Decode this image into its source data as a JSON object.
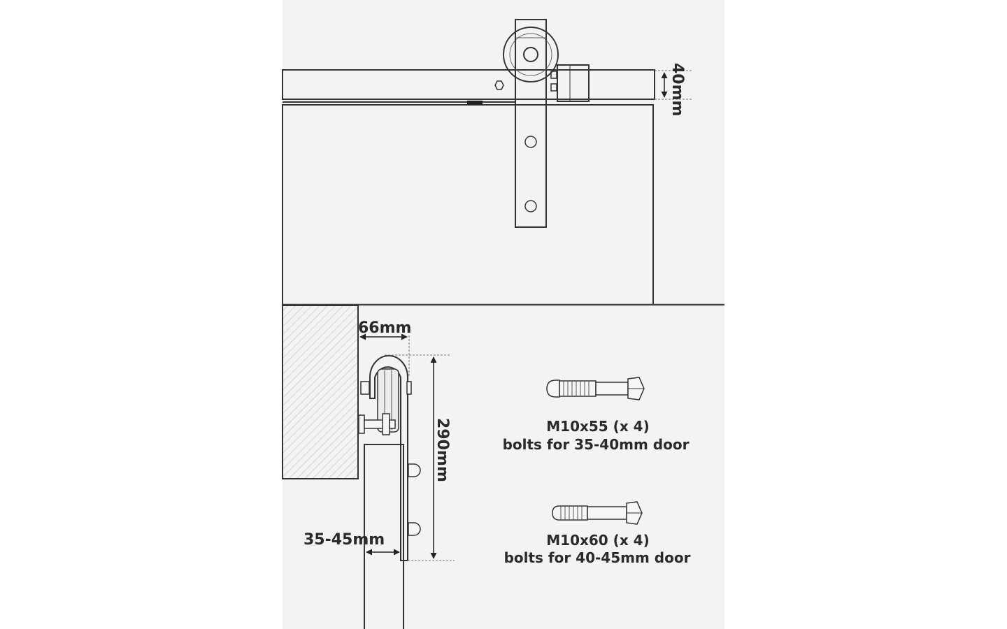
{
  "top_view": {
    "rail_height_label": "40mm"
  },
  "side_view": {
    "offset_label": "66mm",
    "hanger_height_label": "290mm",
    "door_thickness_label": "35-45mm"
  },
  "bolts": [
    {
      "spec": "M10x55 (x 4)",
      "description": "bolts  for 35-40mm door"
    },
    {
      "spec": "M10x60 (x 4)",
      "description": "bolts  for 40-45mm door"
    }
  ],
  "colors": {
    "door": "#c8c8c8",
    "background": "#f3f3f3",
    "line": "#333333"
  }
}
